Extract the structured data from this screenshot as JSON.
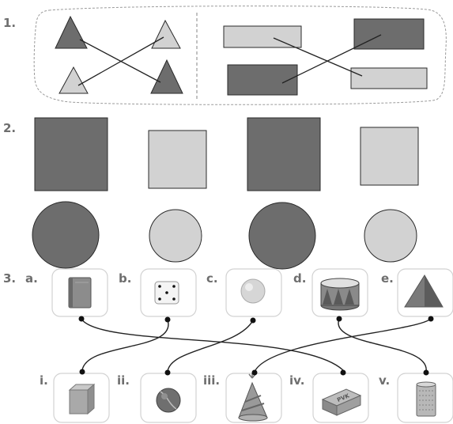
{
  "questions": {
    "q1_number": "1.",
    "q2_number": "2.",
    "q3_number": "3."
  },
  "q3": {
    "top_letters": [
      "a.",
      "b.",
      "c.",
      "d.",
      "e."
    ],
    "top_objects": [
      "book-icon",
      "dice-icon",
      "ball-icon",
      "drum-icon",
      "cone-icon"
    ],
    "bottom_letters": [
      "i.",
      "ii.",
      "iii.",
      "iv.",
      "v."
    ],
    "bottom_objects": [
      "cube-box-icon",
      "cricket-ball-icon",
      "party-hat-icon",
      "brick-icon",
      "dustbin-icon"
    ],
    "brick_text": "PVK"
  },
  "colors": {
    "dark": "#6d6d6d",
    "light": "#d2d2d2"
  }
}
